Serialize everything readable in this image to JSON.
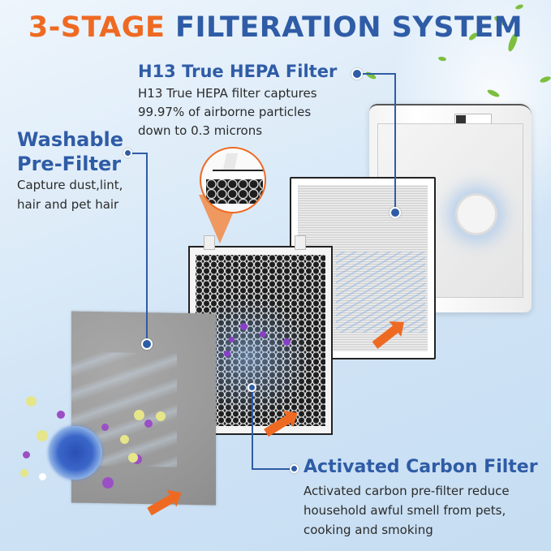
{
  "title": {
    "highlight": "3-STAGE",
    "rest": "FILTERATION SYSTEM",
    "highlight_color": "#ee6a23",
    "rest_color": "#2f5ca6"
  },
  "stages": [
    {
      "heading": "H13 True HEPA Filter",
      "lines": [
        "H13 True HEPA filter captures",
        "99.97% of airborne particles",
        "down to 0.3 microns"
      ]
    },
    {
      "heading_lines": [
        "Washable",
        "Pre-Filter"
      ],
      "lines": [
        "Capture dust,lint,",
        "hair and pet hair"
      ]
    },
    {
      "heading": "Activated Carbon Filter",
      "lines": [
        "Activated carbon pre-filter reduce",
        "household awful smell from pets,",
        "cooking and smoking"
      ]
    }
  ],
  "colors": {
    "accent_orange": "#ee6a23",
    "heading_blue": "#2f5ca6",
    "body_text": "#2b2b2b"
  },
  "icons": [
    "airflow-arrow-icon",
    "connector-dot-icon",
    "warning-label-icon"
  ]
}
